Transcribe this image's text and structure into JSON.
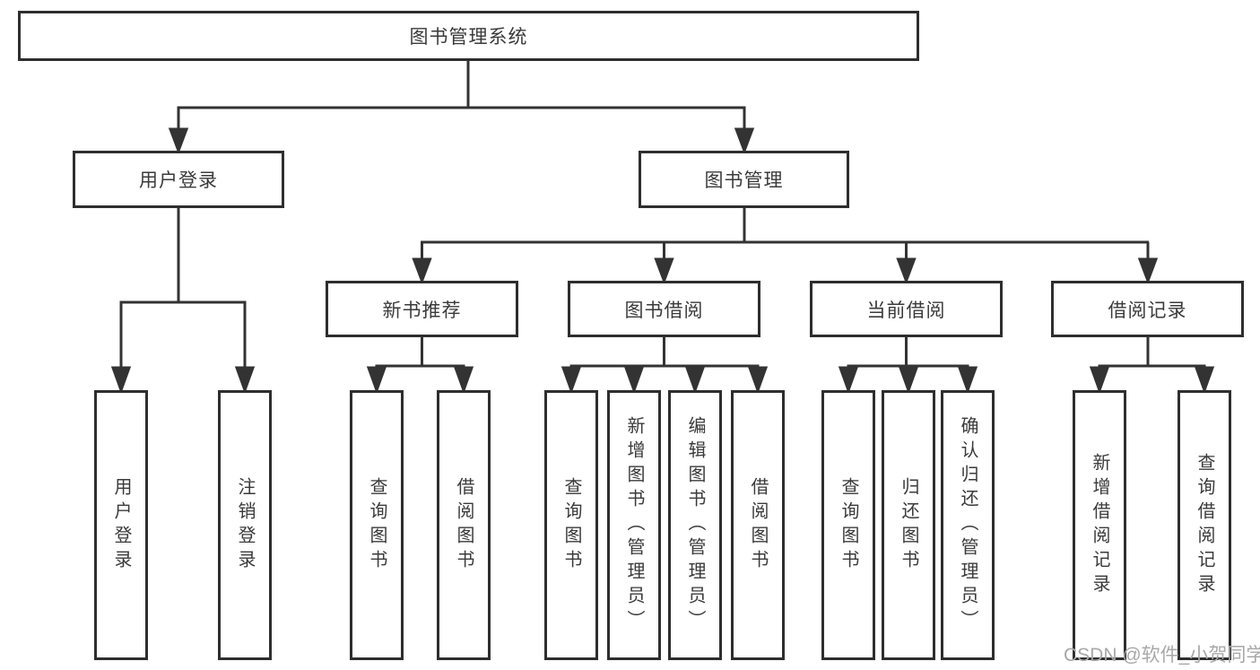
{
  "root": {
    "label": "图书管理系统"
  },
  "level2": [
    {
      "label": "用户登录"
    },
    {
      "label": "图书管理"
    }
  ],
  "level3": [
    {
      "label": "新书推荐"
    },
    {
      "label": "图书借阅"
    },
    {
      "label": "当前借阅"
    },
    {
      "label": "借阅记录"
    }
  ],
  "leaves": {
    "user_login": [
      "用户登录",
      "注销登录"
    ],
    "new_book_rec": [
      "查询图书",
      "借阅图书"
    ],
    "book_borrow": [
      "查询图书",
      "新增图书（管理员）",
      "编辑图书（管理员）",
      "借阅图书"
    ],
    "current_borrow": [
      "查询图书",
      "归还图书",
      "确认归还（管理员）"
    ],
    "borrow_record": [
      "新增借阅记录",
      "查询借阅记录"
    ]
  },
  "watermark": "CSDN @软件_小贺同学",
  "colors": {
    "line": "#333333",
    "border": "#2e2e2e",
    "text": "#3a3a3a",
    "watermark": "#a8a8a8",
    "background": "#ffffff"
  }
}
